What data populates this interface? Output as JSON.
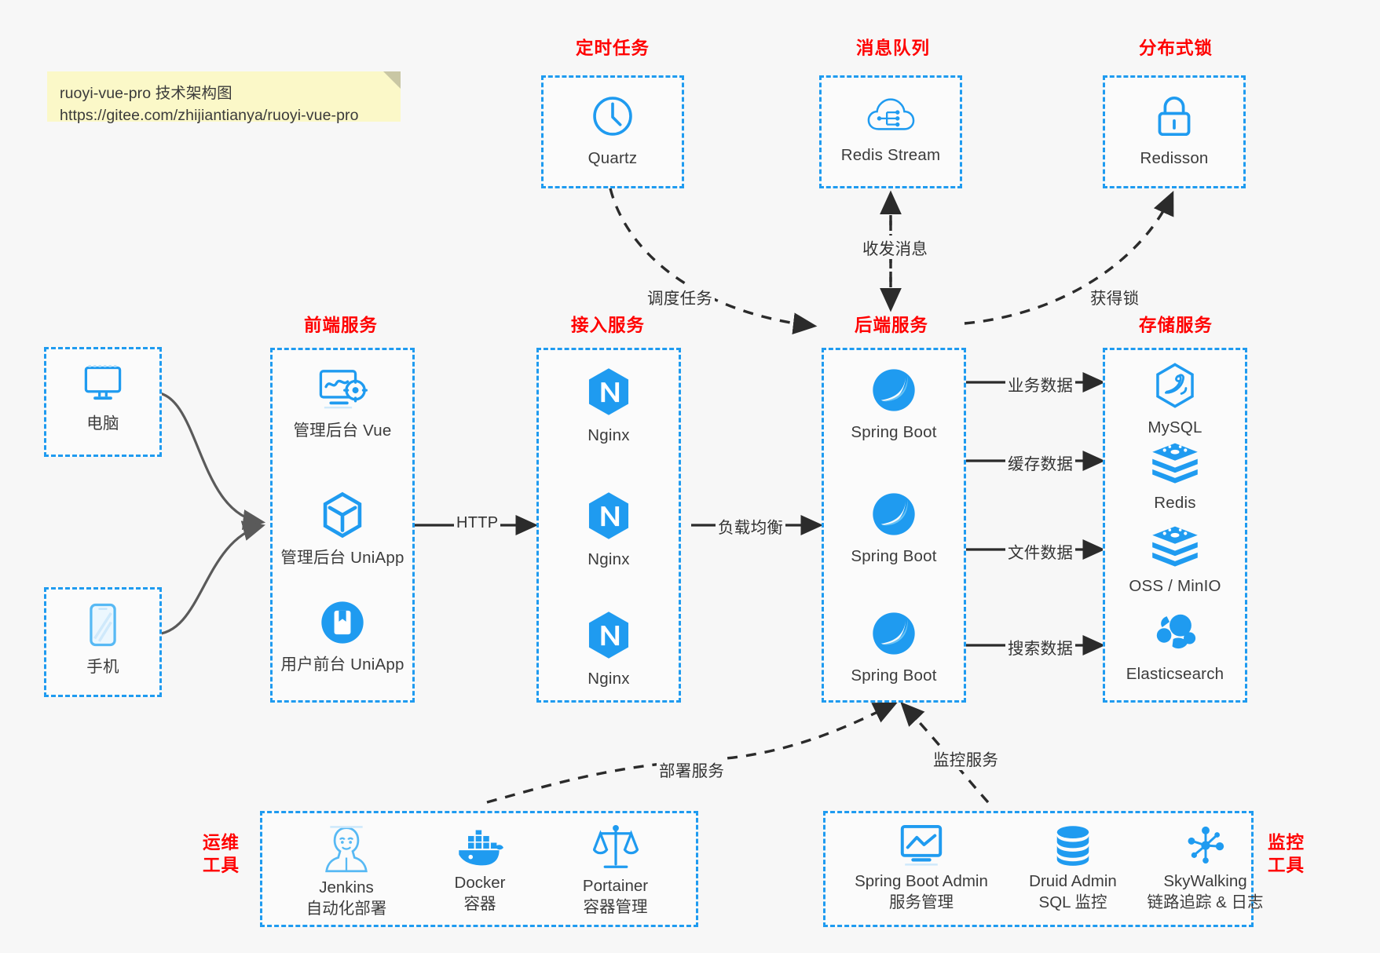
{
  "note": {
    "line1": "ruoyi-vue-pro 技术架构图",
    "line2": "https://gitee.com/zhijiantianya/ruoyi-vue-pro"
  },
  "colors": {
    "accent": "#1f9bf0",
    "title_red": "#ff0000",
    "background": "#f7f7f7",
    "note_bg": "#fbf8c8",
    "text": "#3c3c3c",
    "arrow": "#2b2b2b"
  },
  "groups": {
    "scheduled_task": {
      "title": "定时任务"
    },
    "message_queue": {
      "title": "消息队列"
    },
    "distributed_lock": {
      "title": "分布式锁"
    },
    "frontend_service": {
      "title": "前端服务"
    },
    "access_service": {
      "title": "接入服务"
    },
    "backend_service": {
      "title": "后端服务"
    },
    "storage_service": {
      "title": "存储服务"
    },
    "devops_tools": {
      "title_line1": "运维",
      "title_line2": "工具"
    },
    "monitor_tools": {
      "title_line1": "监控",
      "title_line2": "工具"
    }
  },
  "clients": [
    {
      "label": "电脑",
      "icon": "desktop-monitor-icon"
    },
    {
      "label": "手机",
      "icon": "mobile-phone-icon"
    }
  ],
  "scheduled_task_nodes": [
    {
      "label": "Quartz",
      "icon": "clock-icon"
    }
  ],
  "message_queue_nodes": [
    {
      "label": "Redis Stream",
      "icon": "cloud-stream-icon"
    }
  ],
  "distributed_lock_nodes": [
    {
      "label": "Redisson",
      "icon": "lock-icon"
    }
  ],
  "frontend_nodes": [
    {
      "label": "管理后台 Vue",
      "icon": "dashboard-settings-icon"
    },
    {
      "label": "管理后台 UniApp",
      "icon": "hexagon-cube-icon"
    },
    {
      "label": "用户前台 UniApp",
      "icon": "app-circle-icon"
    }
  ],
  "access_nodes": [
    {
      "label": "Nginx",
      "icon": "nginx-icon"
    },
    {
      "label": "Nginx",
      "icon": "nginx-icon"
    },
    {
      "label": "Nginx",
      "icon": "nginx-icon"
    }
  ],
  "backend_nodes": [
    {
      "label": "Spring Boot",
      "icon": "spring-boot-leaf-icon"
    },
    {
      "label": "Spring Boot",
      "icon": "spring-boot-leaf-icon"
    },
    {
      "label": "Spring Boot",
      "icon": "spring-boot-leaf-icon"
    }
  ],
  "storage_nodes": [
    {
      "label": "MySQL",
      "icon": "mysql-dolphin-icon"
    },
    {
      "label": "Redis",
      "icon": "redis-stack-icon"
    },
    {
      "label": "OSS / MinIO",
      "icon": "object-storage-icon"
    },
    {
      "label": "Elasticsearch",
      "icon": "elasticsearch-icon"
    }
  ],
  "devops_nodes": [
    {
      "name": "Jenkins",
      "desc": "自动化部署",
      "icon": "jenkins-butler-icon"
    },
    {
      "name": "Docker",
      "desc": "容器",
      "icon": "docker-whale-icon"
    },
    {
      "name": "Portainer",
      "desc": "容器管理",
      "icon": "portainer-scales-icon"
    }
  ],
  "monitor_nodes": [
    {
      "name": "Spring Boot Admin",
      "desc": "服务管理",
      "icon": "monitor-chart-icon"
    },
    {
      "name": "Druid Admin",
      "desc": "SQL 监控",
      "icon": "database-cylinder-icon"
    },
    {
      "name": "SkyWalking",
      "desc": "链路追踪 & 日志",
      "icon": "skywalking-nodes-icon"
    }
  ],
  "edges": [
    {
      "label": "HTTP",
      "kind": "solid-arrow"
    },
    {
      "label": "负载均衡",
      "kind": "solid-arrow"
    },
    {
      "label": "调度任务",
      "kind": "dashed-arrow"
    },
    {
      "label": "收发消息",
      "kind": "dashed-bidirectional"
    },
    {
      "label": "获得锁",
      "kind": "dashed-arrow"
    },
    {
      "label": "业务数据",
      "kind": "solid-arrow"
    },
    {
      "label": "缓存数据",
      "kind": "solid-arrow"
    },
    {
      "label": "文件数据",
      "kind": "solid-arrow"
    },
    {
      "label": "搜索数据",
      "kind": "solid-arrow"
    },
    {
      "label": "部署服务",
      "kind": "dashed-arrow"
    },
    {
      "label": "监控服务",
      "kind": "dashed-arrow"
    }
  ]
}
